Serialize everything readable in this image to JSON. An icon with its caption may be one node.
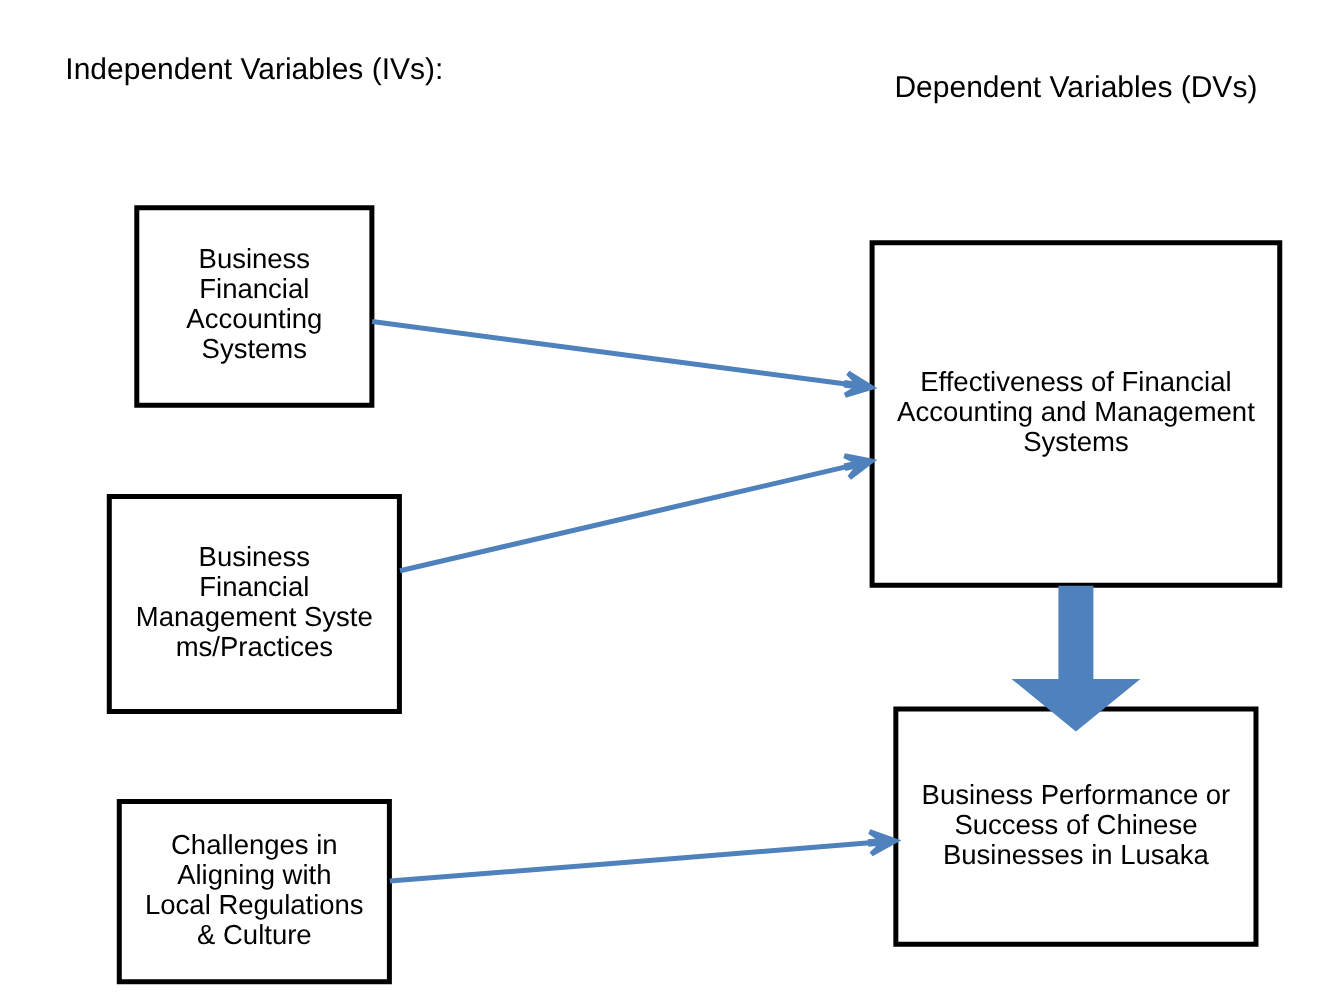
{
  "diagram": {
    "nodes": [
      {
        "text": [
          "Business Financial Accounting Systems"
        ]
      },
      {
        "text": [
          "Business Financial Management Systems/Practices"
        ]
      },
      {
        "text": [
          "Challenges in Aligning with Local Regulations & Culture"
        ]
      },
      {
        "text": [
          "Effectiveness of Financial Accounting and Management Systems"
        ]
      },
      {
        "text": [
          "Business Performance or Success of Chinese Businesses in Lusaka"
        ]
      }
    ],
    "edges": [
      {
        "from": 0,
        "to": 3,
        "arrow": "to"
      },
      {
        "from": 1,
        "to": 3,
        "arrow": "to"
      },
      {
        "from": 2,
        "to": 4,
        "arrow": "to"
      },
      {
        "from": 3,
        "to": 4,
        "arrow": "to",
        "style": "thick"
      }
    ],
    "labels": [
      "Independent Variables (IVs):",
      "Dependent Variables (DVs)"
    ]
  }
}
